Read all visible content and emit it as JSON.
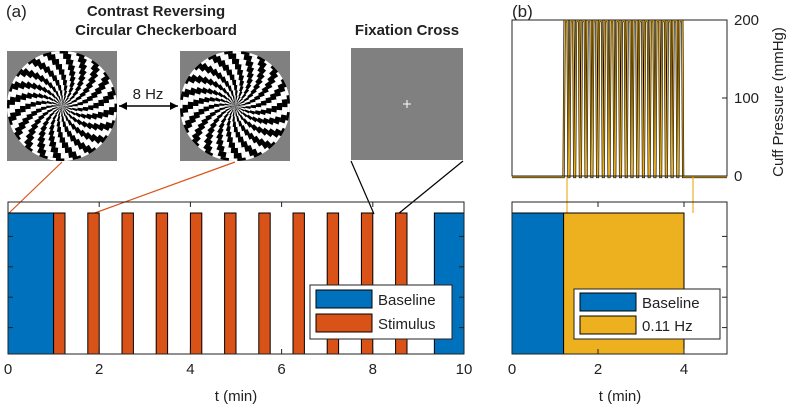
{
  "panel_a": {
    "label": "(a)",
    "checker_title_line1": "Contrast Reversing",
    "checker_title_line2": "Circular Checkerboard",
    "freq_label": "8 Hz",
    "fixation_title": "Fixation Cross"
  },
  "panel_b": {
    "label": "(b)"
  },
  "colors": {
    "baseline": "#0072BD",
    "stimulus": "#D95319",
    "cuff": "#EDB120",
    "gray": "#808080"
  },
  "chart_data": [
    {
      "type": "bar",
      "panel": "a",
      "xlabel": "t (min)",
      "xlim": [
        0,
        10
      ],
      "xticks": [
        "0",
        "2",
        "4",
        "6",
        "8",
        "10"
      ],
      "legend": {
        "placement": "bottom-right",
        "entries": [
          "Baseline",
          "Stimulus"
        ]
      },
      "series": [
        {
          "name": "Baseline",
          "intervals": [
            [
              0,
              1
            ],
            [
              9.35,
              10
            ]
          ]
        },
        {
          "name": "Stimulus",
          "intervals": [
            [
              1.0,
              1.25
            ],
            [
              1.75,
              2.0
            ],
            [
              2.5,
              2.75
            ],
            [
              3.25,
              3.5
            ],
            [
              4.0,
              4.25
            ],
            [
              4.75,
              5.0
            ],
            [
              5.5,
              5.75
            ],
            [
              6.25,
              6.5
            ],
            [
              7.0,
              7.25
            ],
            [
              7.75,
              8.0
            ],
            [
              8.5,
              8.75
            ]
          ]
        }
      ]
    },
    {
      "type": "line",
      "panel": "b-top",
      "ylabel": "Cuff Pressure (mmHg)",
      "ylim": [
        0,
        200
      ],
      "yticks": [
        "0",
        "100",
        "200"
      ],
      "xlim": [
        0,
        5
      ],
      "cycles": 21,
      "onset_min": 1.2,
      "offset_min": 4.0,
      "peak": 200
    },
    {
      "type": "bar",
      "panel": "b-bottom",
      "xlabel": "t (min)",
      "xlim": [
        0,
        5
      ],
      "xticks": [
        "0",
        "2",
        "4"
      ],
      "legend": {
        "placement": "bottom-center",
        "entries": [
          "Baseline",
          "0.11 Hz"
        ]
      },
      "series": [
        {
          "name": "Baseline",
          "intervals": [
            [
              0,
              1.2
            ]
          ]
        },
        {
          "name": "0.11 Hz",
          "intervals": [
            [
              1.2,
              4.0
            ]
          ]
        }
      ]
    }
  ]
}
